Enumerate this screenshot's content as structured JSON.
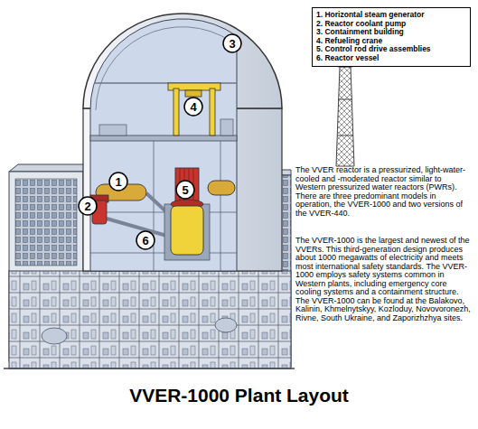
{
  "diagram": {
    "title": "VVER-1000 Plant Layout",
    "nodes": [
      {
        "text": [
          "1. Horizontal steam generator",
          "2. Reactor coolant pump",
          "3. Containment building",
          "4. Refueling crane",
          "5. Control rod drive assemblies",
          "6. Reactor vessel"
        ]
      },
      {
        "text": [
          "3"
        ]
      },
      {
        "text": [
          "4"
        ]
      },
      {
        "text": [
          "1"
        ]
      },
      {
        "text": [
          "5"
        ]
      },
      {
        "text": [
          "2"
        ]
      },
      {
        "text": [
          "6"
        ]
      }
    ],
    "labels": [
      "The VVER reactor is a pressurized, light-water-cooled and -moderated reactor similar to Western pressurized water reactors (PWRs). There are three predominant models in operation, the VVER-1000 and two versions of the VVER-440.",
      "The VVER-1000 is the largest and newest of the VVERs. This third-generation design produces about 1000 megawatts of electricity and meets most international safety standards. The VVER-1000 employs safety systems common in Western plants, including emergency core cooling systems and a containment structure. The VVER-1000 can be found at the Balakovo, Kalinin, Khmelnytskyy, Kozloduy, Novovoronezh, Rivne, South Ukraine, and Zaporizhzhya sites."
    ]
  }
}
